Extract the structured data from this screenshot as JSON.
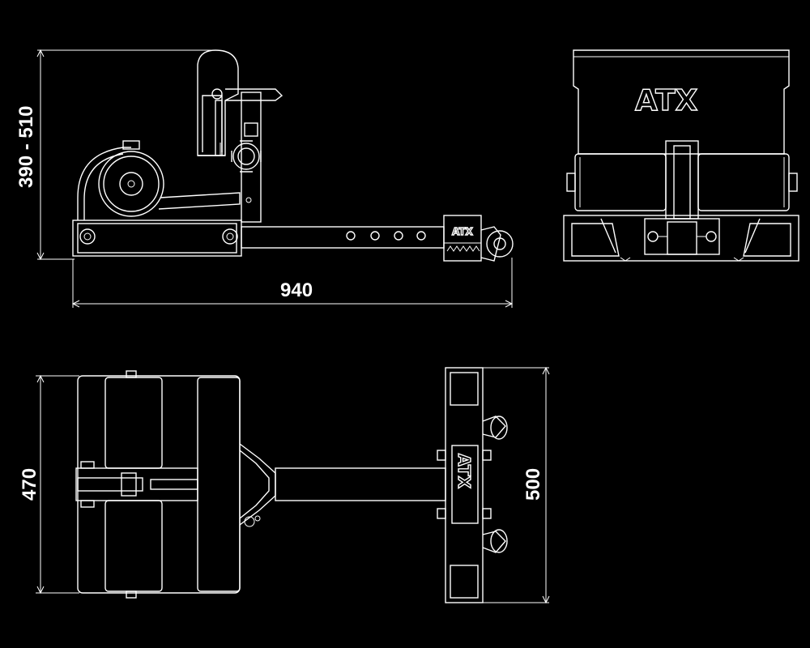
{
  "dimensions": {
    "height_range": "390 - 510",
    "length": "940",
    "width_top": "470",
    "width_base": "500"
  },
  "logo": {
    "brand": "ATX",
    "footer_brand": "ATX"
  },
  "colors": {
    "background": "#000000",
    "line": "#ffffff"
  }
}
